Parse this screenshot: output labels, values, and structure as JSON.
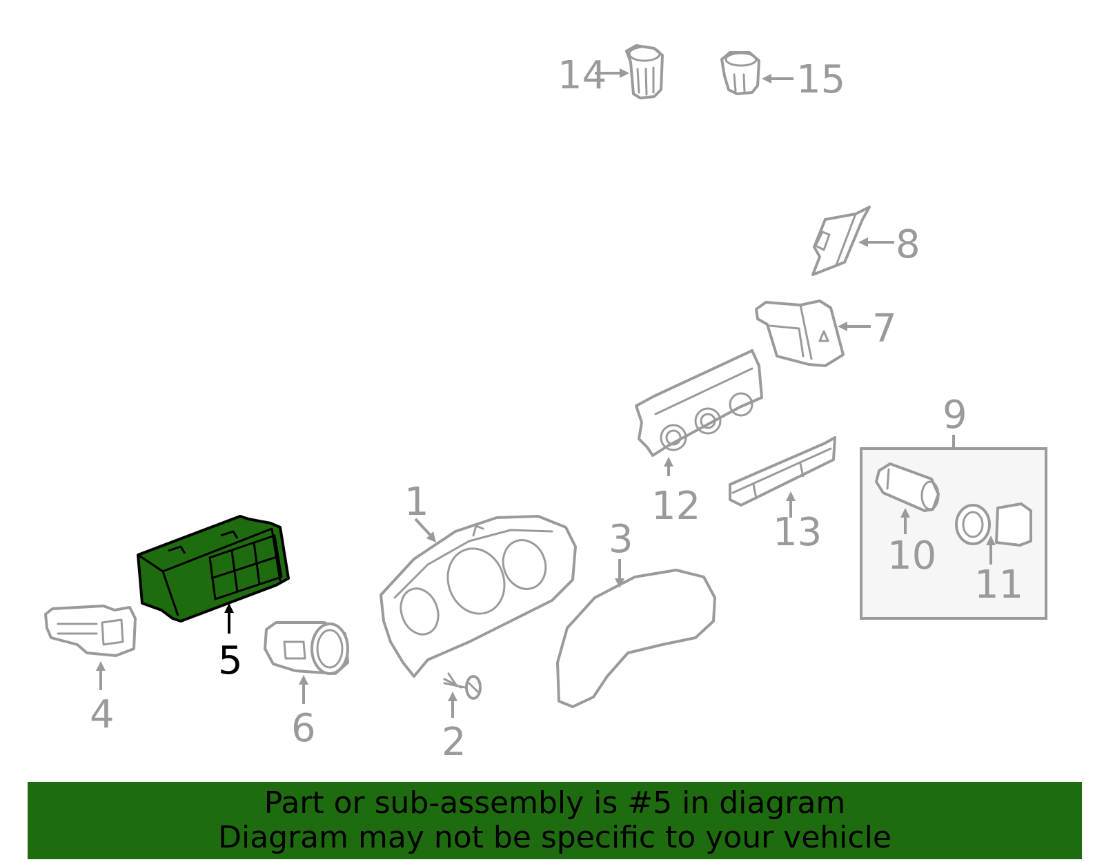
{
  "diagram": {
    "highlight_color": "#1f6b0f",
    "part_color": "#9a9a9a",
    "callouts": [
      {
        "id": "1",
        "label": "1"
      },
      {
        "id": "2",
        "label": "2"
      },
      {
        "id": "3",
        "label": "3"
      },
      {
        "id": "4",
        "label": "4"
      },
      {
        "id": "5",
        "label": "5",
        "highlighted": true
      },
      {
        "id": "6",
        "label": "6"
      },
      {
        "id": "7",
        "label": "7"
      },
      {
        "id": "8",
        "label": "8"
      },
      {
        "id": "9",
        "label": "9"
      },
      {
        "id": "10",
        "label": "10"
      },
      {
        "id": "11",
        "label": "11"
      },
      {
        "id": "12",
        "label": "12"
      },
      {
        "id": "13",
        "label": "13"
      },
      {
        "id": "14",
        "label": "14"
      },
      {
        "id": "15",
        "label": "15"
      }
    ]
  },
  "banner": {
    "line1": "Part or sub-assembly is #5 in diagram",
    "line2": "Diagram may not be specific to your vehicle"
  }
}
